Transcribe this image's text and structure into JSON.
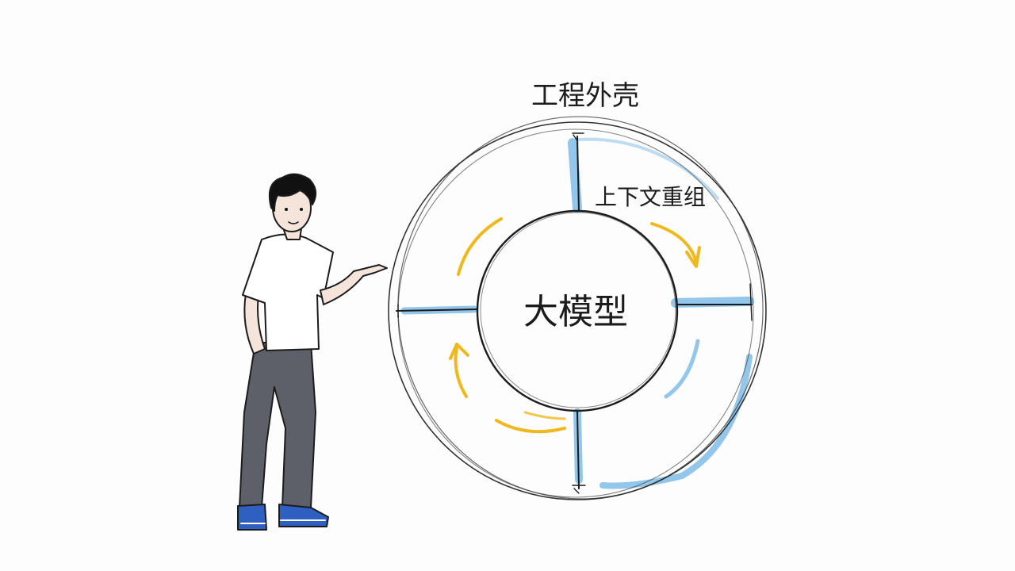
{
  "diagram": {
    "outer_label": "工程外壳",
    "ring_label": "上下文重组",
    "core_label": "大模型"
  },
  "colors": {
    "ink": "#1c1c1c",
    "blue_accent": "#7fbce8",
    "yellow_accent": "#f0b81f",
    "shirt": "#ffffff",
    "pants": "#5d6068",
    "shoes": "#2f5fc0",
    "hair": "#111111"
  },
  "icons": [
    "person-pointing-figure",
    "arrow-icon"
  ]
}
